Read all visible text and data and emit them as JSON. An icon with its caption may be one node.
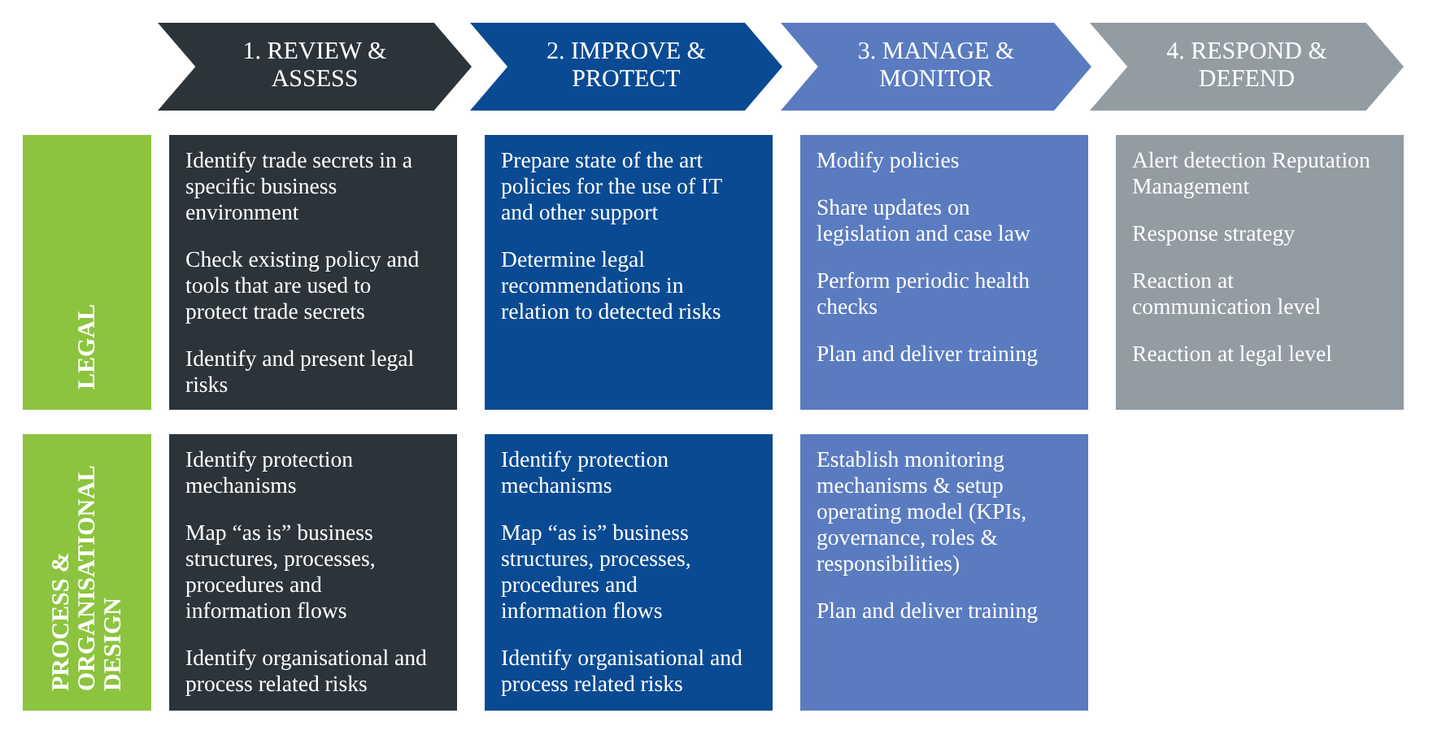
{
  "diagram": {
    "nodes": [
      {
        "text": [
          "1. REVIEW & ASSESS"
        ]
      },
      {
        "text": [
          "2. IMPROVE & PROTECT"
        ]
      },
      {
        "text": [
          "3. MANAGE & MONITOR"
        ]
      },
      {
        "text": [
          "4. RESPOND & DEFEND"
        ]
      },
      {
        "text": [
          "LEGAL"
        ]
      },
      {
        "text": [
          "Identify trade secrets in a specific business environment",
          "Check existing policy and tools that are used to protect trade secrets",
          "Identify and present legal risks"
        ]
      },
      {
        "text": [
          "Prepare state of the art policies for the use of IT and other support",
          "Determine legal recommendations in relation to detected risks"
        ]
      },
      {
        "text": [
          "Modify policies",
          "Share updates on legislation and case law",
          "Perform periodic health checks",
          "Plan and deliver training"
        ]
      },
      {
        "text": [
          "Alert detection Reputation Management",
          "Response strategy",
          "Reaction at communication level",
          "Reaction at legal level"
        ]
      },
      {
        "text": [
          "PROCESS & ORGANISATIONAL DESIGN"
        ]
      },
      {
        "text": [
          "Identify protection mechanisms",
          "Map “as is” business structures, processes, procedures and information flows",
          "Identify organisational and process related risks"
        ]
      },
      {
        "text": [
          "Identify protection mechanisms",
          "Map “as is” business structures, processes, procedures and information flows",
          "Identify organisational and process related risks"
        ]
      },
      {
        "text": [
          "Establish monitoring mechanisms & setup operating model (KPIs, governance, roles & responsibilities)",
          "Plan and deliver training"
        ]
      }
    ]
  }
}
